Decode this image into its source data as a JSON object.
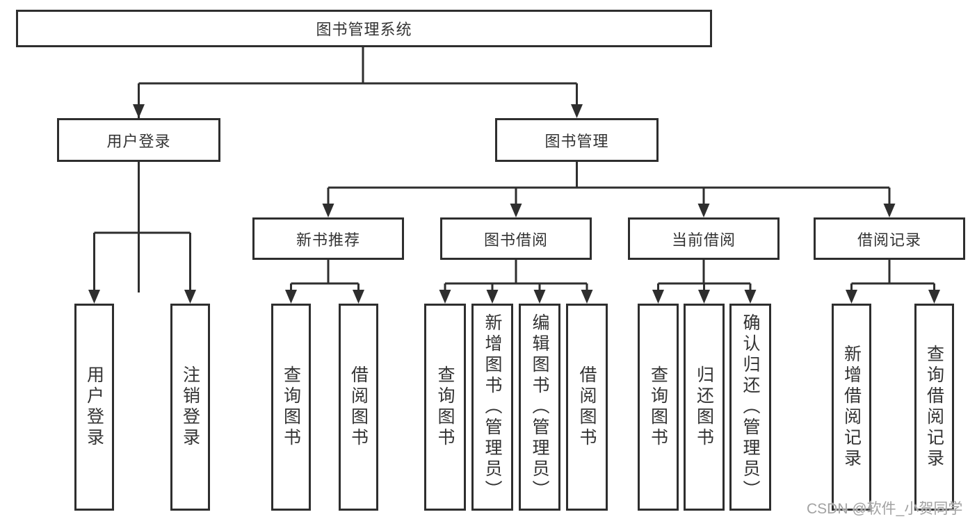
{
  "title": "图书管理系统",
  "nodes": {
    "user_login": "用户登录",
    "book_mgmt": "图书管理",
    "new_books": "新书推荐",
    "book_borrow": "图书借阅",
    "current_borrow": "当前借阅",
    "borrow_records": "借阅记录"
  },
  "leaves": {
    "user_login": [
      "用户登录",
      "注销登录"
    ],
    "new_books": [
      "查询图书",
      "借阅图书"
    ],
    "book_borrow": [
      "查询图书",
      "新增图书（管理员）",
      "编辑图书（管理员）",
      "借阅图书"
    ],
    "current_borrow": [
      "查询图书",
      "归还图书",
      "确认归还（管理员）"
    ],
    "borrow_records": [
      "新增借阅记录",
      "查询借阅记录"
    ]
  },
  "watermark": "CSDN @软件_小贺同学",
  "colors": {
    "border": "#2e2e2e",
    "text": "#333333",
    "line": "#2e2e2e",
    "watermark": "#a2a2a2",
    "background": "#ffffff"
  }
}
